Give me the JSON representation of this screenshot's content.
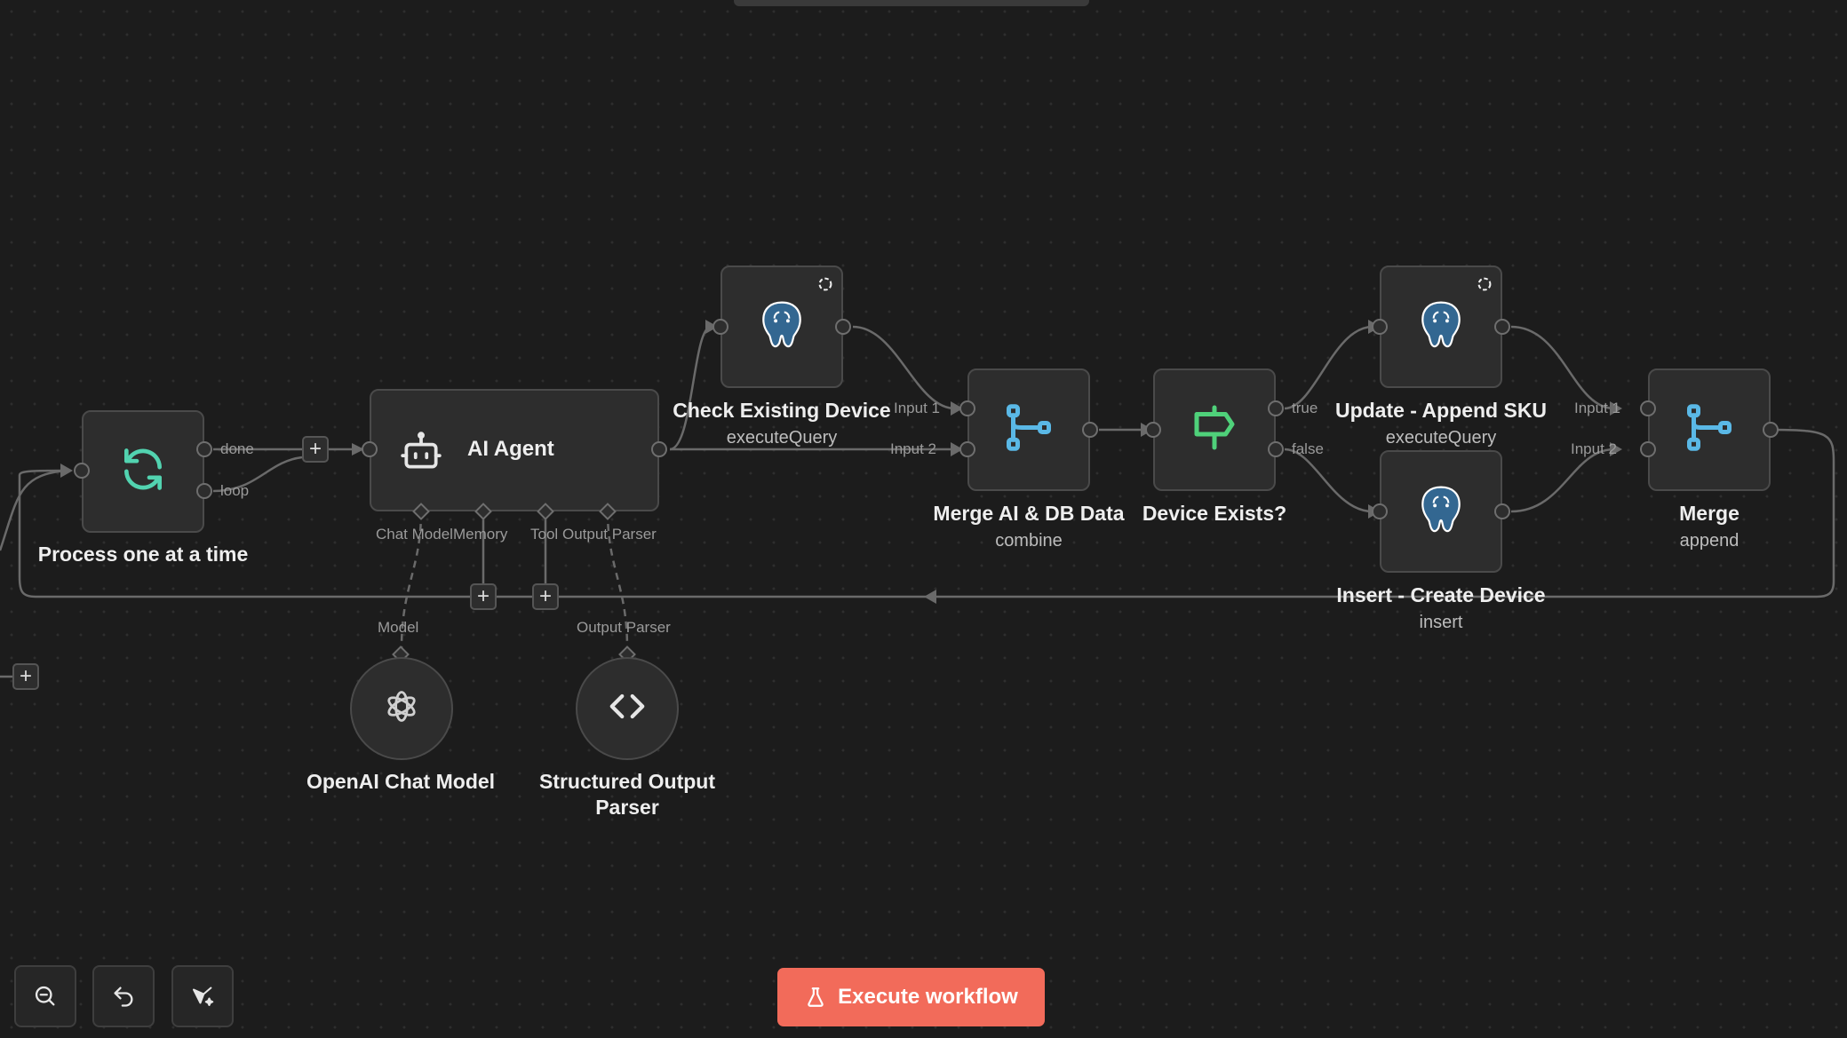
{
  "colors": {
    "background": "#1c1c1c",
    "node": "#2d2d2d",
    "edge": "#6a6a6a",
    "accent_loop": "#52d3b0",
    "accent_merge": "#5ab8e6",
    "accent_if": "#4fd17a",
    "execute_button": "#f26b5a"
  },
  "nodes": {
    "loop": {
      "title": "Process one at a time",
      "icon": "refresh-icon",
      "out_done": "done",
      "out_loop": "loop"
    },
    "agent": {
      "title": "AI Agent",
      "icon": "robot-icon",
      "ports": {
        "chat_model": "Chat Model",
        "memory": "Memory",
        "tool": "Tool",
        "output_parser": "Output Parser"
      }
    },
    "check": {
      "title": "Check Existing Device",
      "sub": "executeQuery",
      "icon": "postgres-icon"
    },
    "merge1": {
      "title": "Merge AI & DB Data",
      "sub": "combine",
      "in1": "Input 1",
      "in2": "Input 2",
      "icon": "merge-icon"
    },
    "ifnode": {
      "title": "Device Exists?",
      "out_true": "true",
      "out_false": "false",
      "icon": "signpost-icon"
    },
    "update": {
      "title": "Update - Append SKU",
      "sub": "executeQuery",
      "icon": "postgres-icon"
    },
    "insert": {
      "title": "Insert - Create Device",
      "sub": "insert",
      "icon": "postgres-icon"
    },
    "merge2": {
      "title": "Merge",
      "sub": "append",
      "in1": "Input 1",
      "in2": "Input 2",
      "icon": "merge-icon"
    },
    "openai": {
      "title": "OpenAI Chat Model",
      "port": "Model",
      "icon": "openai-icon"
    },
    "parser": {
      "title_line1": "Structured Output",
      "title_line2": "Parser",
      "port": "Output Parser",
      "icon": "code-icon"
    }
  },
  "controls": {
    "zoom_out": "zoom-out-icon",
    "undo": "undo-icon",
    "tidy": "broom-icon"
  },
  "execute": {
    "label": "Execute workflow",
    "icon": "flask-icon"
  }
}
